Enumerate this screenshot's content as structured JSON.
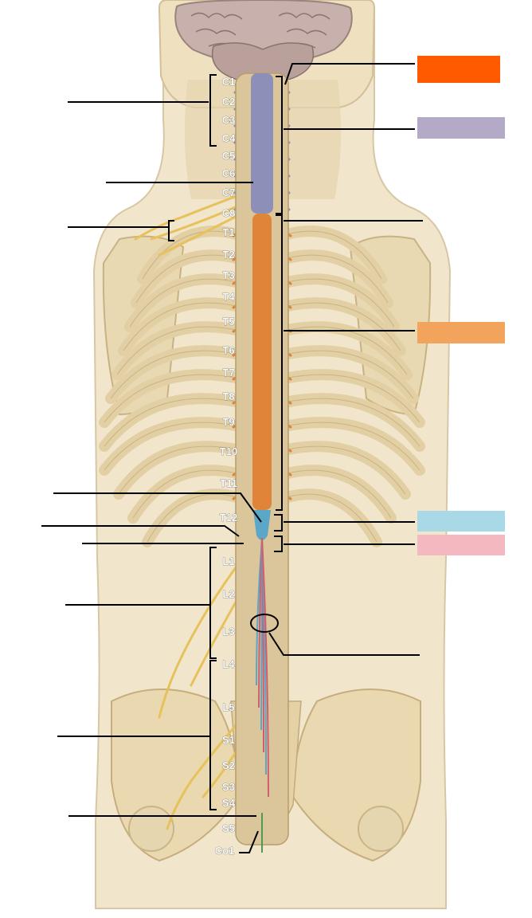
{
  "diagram": {
    "vertebra_labels": [
      "C1",
      "C2",
      "C3",
      "C4",
      "C5",
      "C6",
      "C7",
      "C8",
      "T1",
      "T2",
      "T3",
      "T4",
      "T5",
      "T6",
      "T7",
      "T8",
      "T9",
      "T10",
      "T11",
      "T12",
      "L1",
      "L2",
      "L3",
      "L4",
      "L5",
      "S1",
      "S2",
      "S3",
      "S4",
      "S5",
      "Co1"
    ],
    "legend_colors": {
      "medulla": "#ff5a00",
      "cervical": "#b4a9c6",
      "thoracic": "#f3a45c",
      "lumbar": "#a9d8e6",
      "sacral": "#f4b8c1"
    },
    "segment_colors": {
      "cervical_cord": "#8e8fb8",
      "thoracic_cord": "#e0843a",
      "lumbar_nerve": "#5aa7c8",
      "sacral_nerve": "#d45d6b",
      "coccygeal_nerve": "#4f9a52"
    }
  }
}
